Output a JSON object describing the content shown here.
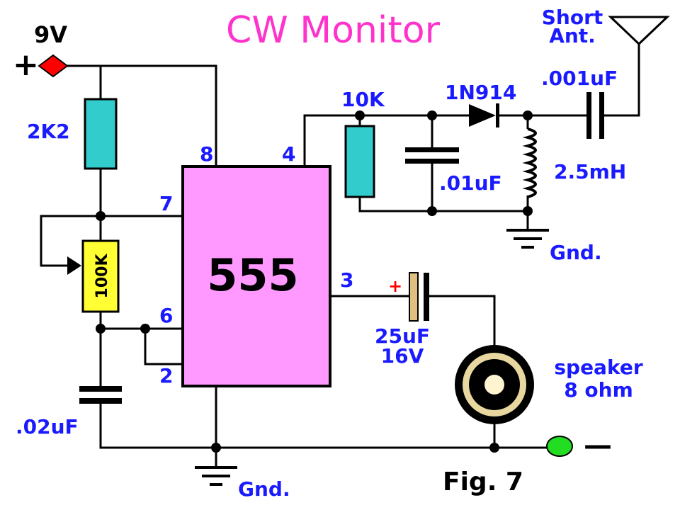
{
  "title": "CW Monitor",
  "figure_label": "Fig. 7",
  "supply": {
    "voltage": "9V",
    "plus": "+",
    "minus": "—"
  },
  "ic": {
    "name": "555",
    "pins": {
      "p8": "8",
      "p4": "4",
      "p7": "7",
      "p6": "6",
      "p2": "2",
      "p3": "3"
    }
  },
  "components": {
    "r1": "2K2",
    "pot": "100K",
    "c_timing": ".02uF",
    "r2": "10K",
    "diode": "1N914",
    "c_rf": ".001uF",
    "c_filter": ".01uF",
    "inductor": "2.5mH",
    "c_out_line1": "25uF",
    "c_out_line2": "16V",
    "cap_plus": "+",
    "speaker_line1": "speaker",
    "speaker_line2": "8 ohm",
    "antenna_line1": "Short",
    "antenna_line2": "Ant."
  },
  "ground_labels": {
    "top": "Gnd.",
    "bottom": "Gnd."
  },
  "colors": {
    "title": "#ff33cc",
    "labels": "#1a1aff",
    "ic_body": "#ff99ff",
    "resistor": "#33cccc",
    "pot": "#ffff33",
    "terminal_plus": "#ff0000",
    "terminal_minus": "#22dd22"
  }
}
